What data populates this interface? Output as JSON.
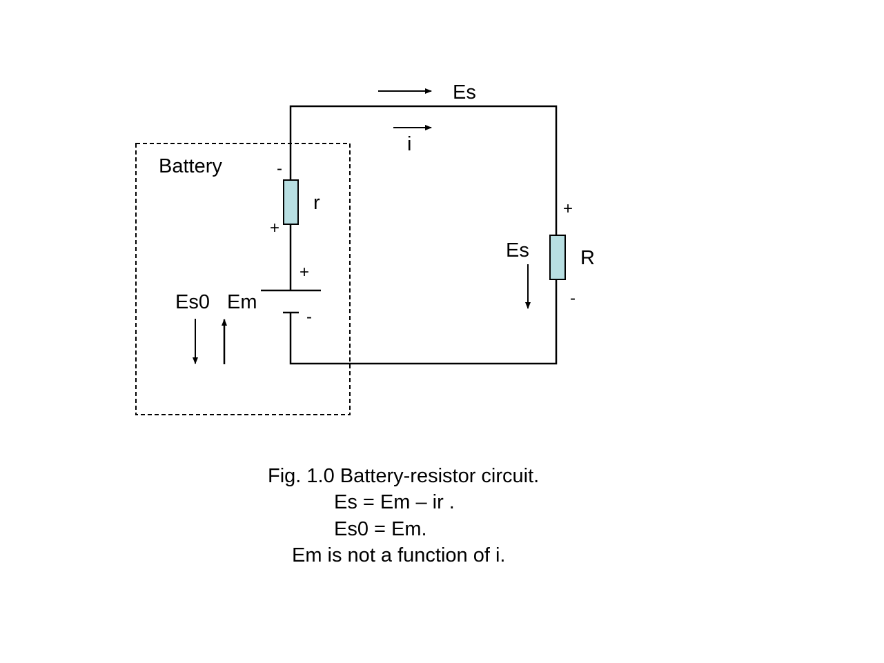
{
  "diagram": {
    "battery_label": "Battery",
    "internal_resistor_label": "r",
    "load_resistor_label": "R",
    "terminal_voltage_top_label": "Es",
    "current_label": "i",
    "load_voltage_label": "Es",
    "open_circuit_label": "Es0",
    "emf_label": "Em",
    "signs": {
      "r_top": "-",
      "r_bottom": "+",
      "cell_plus": "+",
      "cell_minus": "-",
      "R_top": "+",
      "R_bottom": "-"
    },
    "colors": {
      "resistor_fill": "#b8dfe2",
      "wire": "#000000"
    }
  },
  "caption": {
    "lines": [
      "Fig. 1.0 Battery-resistor circuit.",
      "Es = Em – ir .",
      "Es0 = Em.",
      "Em is not a function of i."
    ]
  }
}
